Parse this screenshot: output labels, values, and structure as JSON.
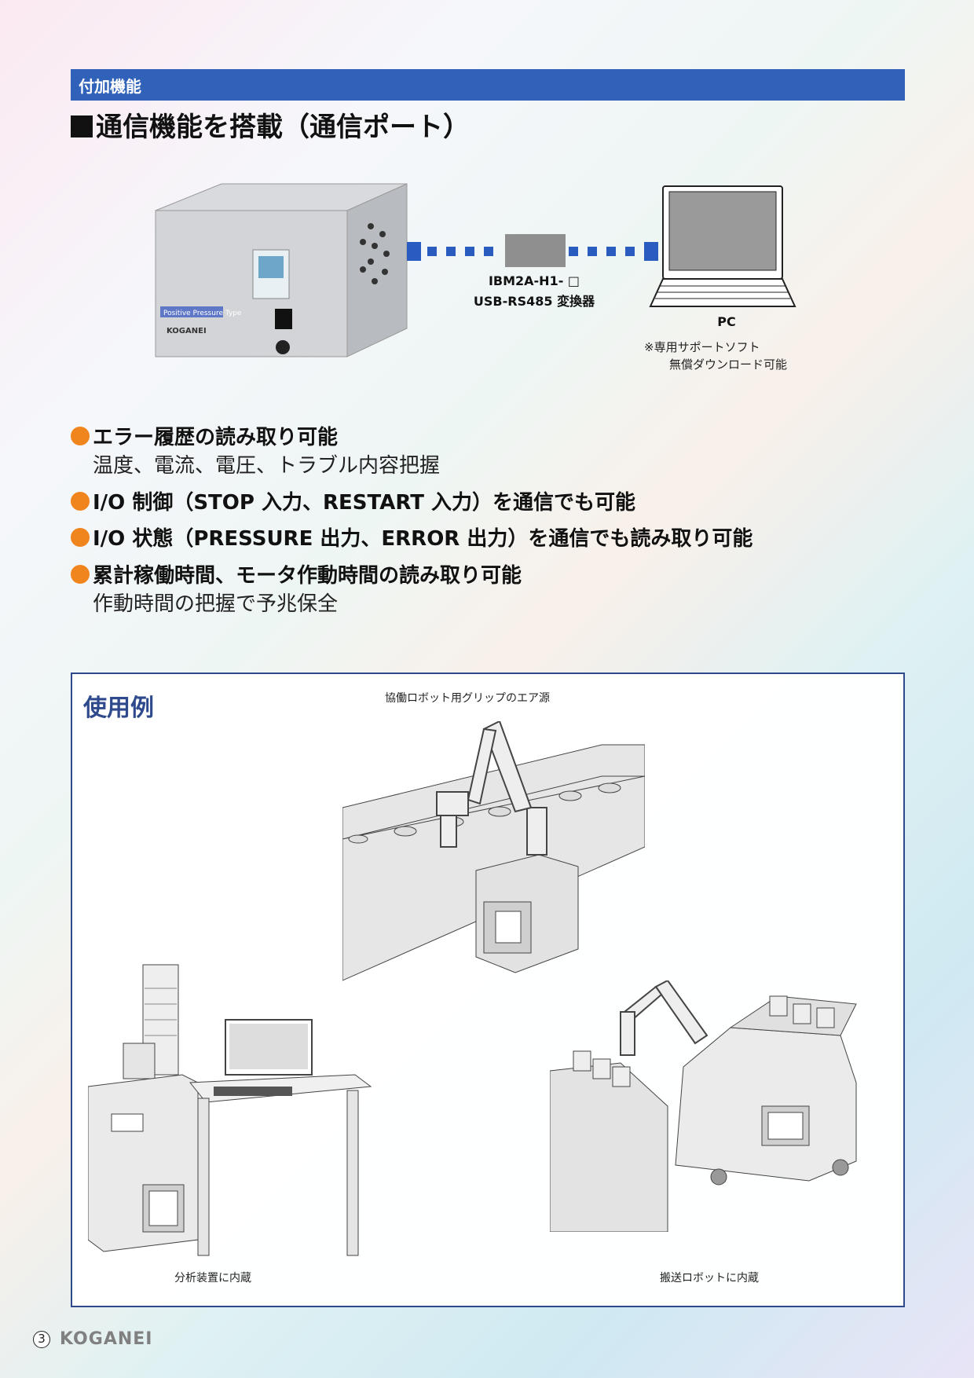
{
  "header": {
    "section": "付加機能",
    "title": "通信機能を搭載（通信ポート）"
  },
  "diagram": {
    "device_label": "Positive Pressure Type",
    "device_brand": "KOGANEI",
    "converter_model": "IBM2A-H1- □",
    "converter_name": "USB-RS485 変換器",
    "pc_label": "PC",
    "pc_note_1": "※専用サポートソフト",
    "pc_note_2": "無償ダウンロード可能",
    "line_color": "#2a5cbf"
  },
  "bullets": [
    {
      "title": "エラー履歴の読み取り可能",
      "detail": "温度、電流、電圧、トラブル内容把握"
    },
    {
      "title": "I/O 制御（STOP 入力、RESTART 入力）を通信でも可能"
    },
    {
      "title": "I/O 状態（PRESSURE 出力、ERROR 出力）を通信でも読み取り可能"
    },
    {
      "title": "累計稼働時間、モータ作動時間の読み取り可能",
      "detail": "作動時間の把握で予兆保全"
    }
  ],
  "usage": {
    "title": "使用例",
    "examples": [
      {
        "caption": "協働ロボット用グリップのエア源"
      },
      {
        "caption": "分析装置に内蔵"
      },
      {
        "caption": "搬送ロボットに内蔵"
      }
    ]
  },
  "footer": {
    "page": "3",
    "brand": "KOGANEI"
  }
}
